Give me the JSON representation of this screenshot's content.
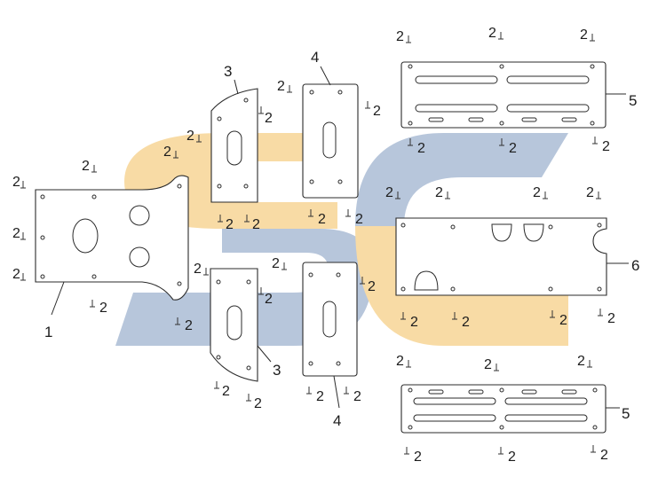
{
  "diagram": {
    "part_labels": {
      "p1": "1",
      "p3": "3",
      "p4": "4",
      "p5": "5",
      "p6": "6"
    },
    "bolt_label": "2",
    "watermark": {
      "text": "SC",
      "colors": {
        "orange": "#f6cf87",
        "blue": "#9fb3cf"
      }
    }
  }
}
